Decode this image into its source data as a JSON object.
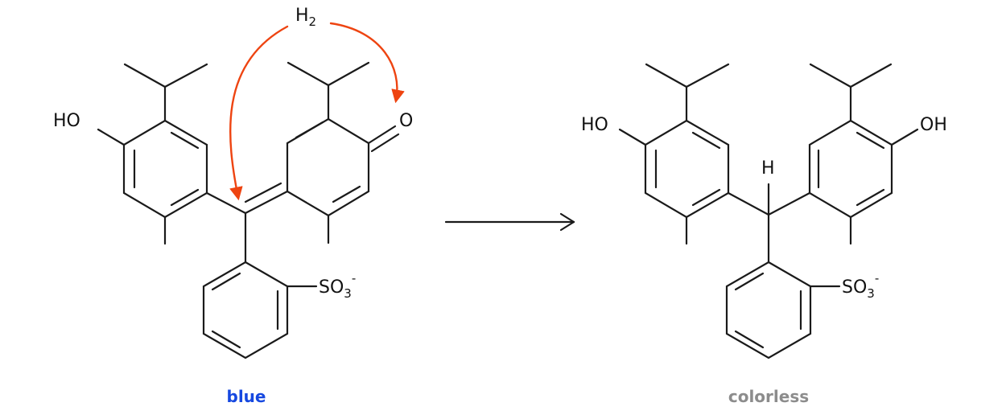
{
  "reagent": {
    "main": "H",
    "sub": "2"
  },
  "reactant": {
    "ho": "HO",
    "o": "O",
    "so3": {
      "main": "SO",
      "sub": "3",
      "charge": "-"
    },
    "caption": "blue"
  },
  "product": {
    "ho": "HO",
    "oh": "OH",
    "h": "H",
    "so3": {
      "main": "SO",
      "sub": "3",
      "charge": "-"
    },
    "caption": "colorless"
  },
  "colors": {
    "bond": "#1a1a1a",
    "electron_arrows": "#ee4411",
    "caption_reactant": "#1648e0",
    "caption_product": "#8c8c8c"
  }
}
